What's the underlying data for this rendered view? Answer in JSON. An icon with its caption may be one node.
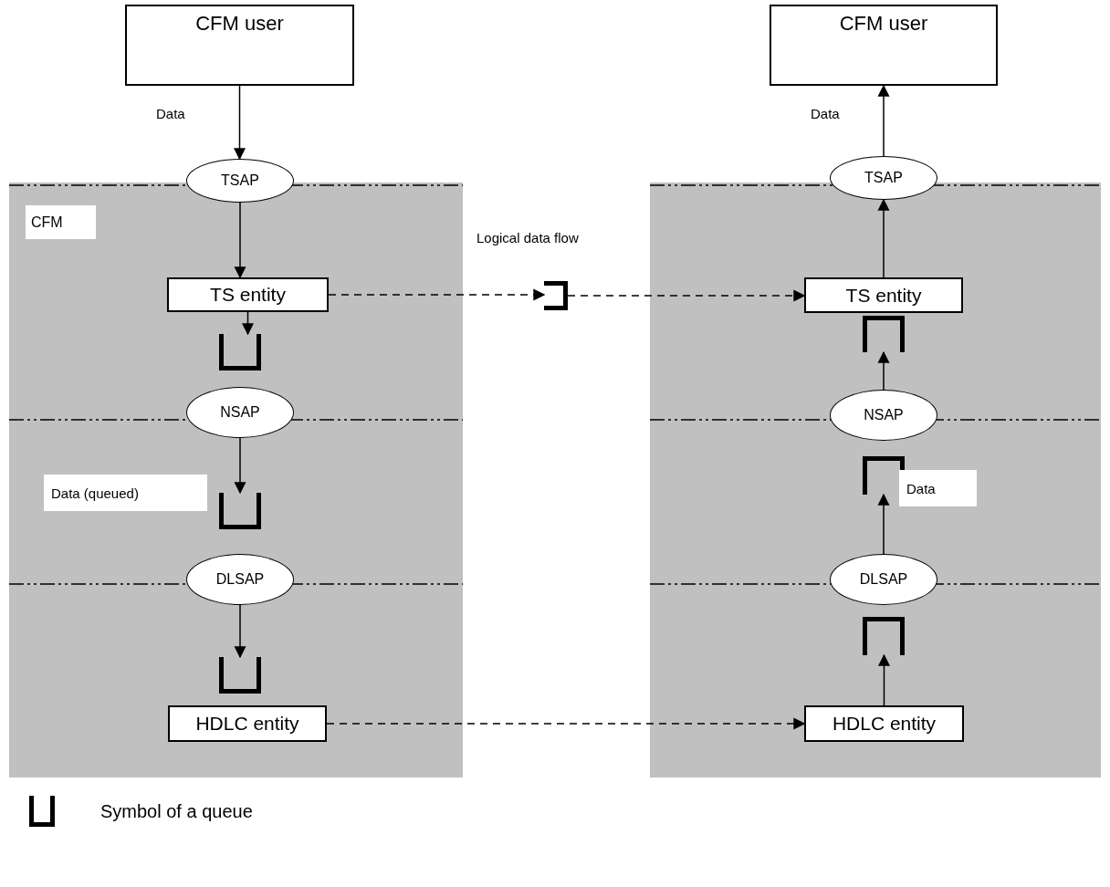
{
  "diagram": {
    "nodes": [
      {
        "text": [
          "CFM user"
        ]
      },
      {
        "text": [
          "CFM user"
        ]
      },
      {
        "text": [
          "CFM"
        ]
      },
      {
        "text": [],
        "shape": "box"
      },
      {
        "text": [
          "TSAP"
        ]
      },
      {
        "text": [
          "TS entity"
        ],
        "in": 2
      },
      {
        "text": [],
        "shape": "bracket",
        "in": 2
      },
      {
        "text": [
          "NSAP"
        ],
        "in": 2
      },
      {
        "text": [],
        "shape": "bracket",
        "in": 2
      },
      {
        "text": [
          "DLSAP"
        ],
        "in": 2
      },
      {
        "text": [],
        "shape": "bracket",
        "in": 2
      },
      {
        "text": [
          "HDLC entity"
        ],
        "in": 2
      },
      {
        "text": [],
        "shape": "bracket"
      },
      {
        "text": [
          "TSAP"
        ]
      },
      {
        "text": [
          "TS entity"
        ],
        "in": 3
      },
      {
        "text": [],
        "shape": "bracket",
        "in": 3
      },
      {
        "text": [
          "NSAP"
        ],
        "in": 3
      },
      {
        "text": [],
        "shape": "bracket",
        "in": 3
      },
      {
        "text": [
          "DLSAP"
        ],
        "in": 3
      },
      {
        "text": [],
        "shape": "bracket",
        "in": 3
      },
      {
        "text": [
          "HDLC entity"
        ],
        "in": 3
      }
    ],
    "edges": [
      {
        "from": 0,
        "to": 4,
        "arrow": "to",
        "label": "Data"
      },
      {
        "from": 4,
        "to": 5,
        "arrow": "to"
      },
      {
        "from": 5,
        "to": 6,
        "arrow": "to"
      },
      {
        "from": 7,
        "to": 8,
        "arrow": "to"
      },
      {
        "from": 9,
        "to": 10,
        "arrow": "to"
      },
      {
        "from": 5,
        "to": 12,
        "arrow": "to",
        "style": "dashed"
      },
      {
        "from": 12,
        "to": 14,
        "arrow": "to",
        "style": "dashed"
      },
      {
        "from": 11,
        "to": 20,
        "arrow": "to",
        "style": "dashed"
      },
      {
        "from": 20,
        "to": 19,
        "arrow": "to"
      },
      {
        "from": 18,
        "to": 17,
        "arrow": "to",
        "label": "Data"
      },
      {
        "from": 16,
        "to": 15,
        "arrow": "to"
      },
      {
        "from": 14,
        "to": 13,
        "arrow": "to"
      },
      {
        "from": 13,
        "to": 1,
        "arrow": "to",
        "label": "Data"
      }
    ],
    "labels": [
      "Logical data flow",
      "Data (queued)"
    ],
    "legend": [
      {
        "text": "Symbol of a queue"
      }
    ]
  }
}
